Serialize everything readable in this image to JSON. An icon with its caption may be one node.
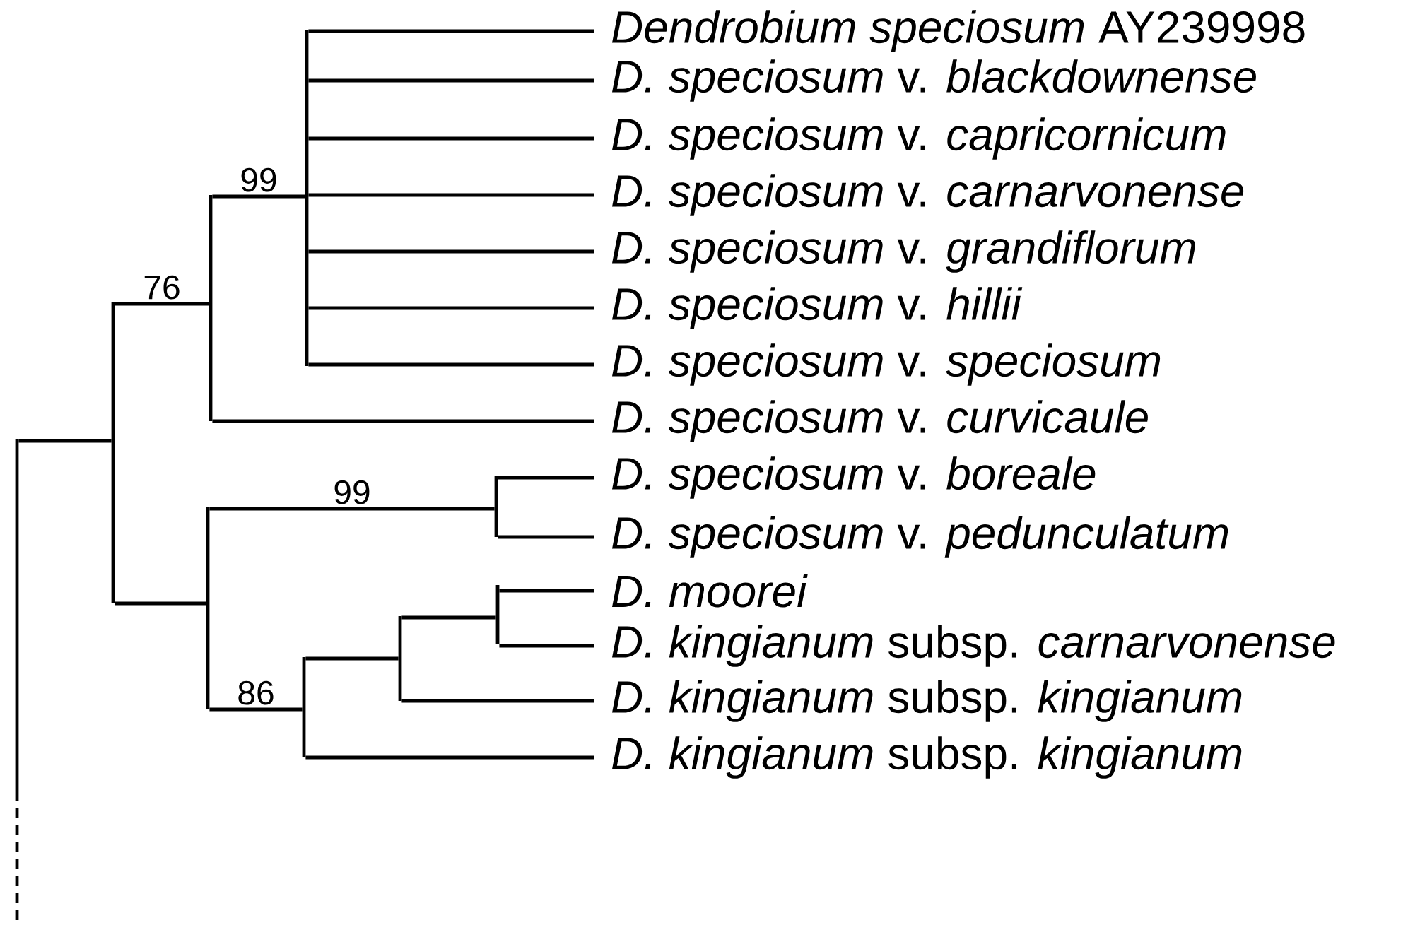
{
  "diagram": {
    "nodes": [
      {
        "text": [
          "*Dendrobium speciosum* AY239998"
        ]
      },
      {
        "text": [
          "*D. speciosum* v. *blackdownense*"
        ]
      },
      {
        "text": [
          "*D. speciosum* v. *capricornicum*"
        ]
      },
      {
        "text": [
          "*D. speciosum* v. *carnarvonense*"
        ]
      },
      {
        "text": [
          "*D. speciosum* v. *grandiflorum*"
        ]
      },
      {
        "text": [
          "*D. speciosum* v. *hillii*"
        ]
      },
      {
        "text": [
          "*D. speciosum* v. *speciosum*"
        ]
      },
      {
        "text": [
          "*D. speciosum* v. *curvicaule*"
        ]
      },
      {
        "text": [
          "*D. speciosum* v. *boreale*"
        ]
      },
      {
        "text": [
          "*D. speciosum* v. *pedunculatum*"
        ]
      },
      {
        "text": [
          "*D. moorei*"
        ]
      },
      {
        "text": [
          "*D. kingianum* subsp. *carnarvonense*"
        ]
      },
      {
        "text": [
          "*D. kingianum* subsp. *kingianum*"
        ]
      },
      {
        "text": [
          "*D. kingianum* subsp. *kingianum*"
        ]
      },
      {
        "text": [],
        "shape": "bar"
      },
      {
        "text": [],
        "shape": "bar"
      },
      {
        "text": [],
        "shape": "bar"
      },
      {
        "text": [],
        "shape": "bar"
      },
      {
        "text": [],
        "shape": "bar"
      },
      {
        "text": [],
        "shape": "bar"
      },
      {
        "text": [],
        "shape": "bar"
      },
      {
        "text": [],
        "shape": "bar"
      },
      {
        "text": [],
        "shape": "bar"
      }
    ],
    "edges": [
      {
        "from": 14,
        "to": 15,
        "arrow": "none"
      },
      {
        "from": 15,
        "to": 16,
        "arrow": "none",
        "label": "76"
      },
      {
        "from": 16,
        "to": 17,
        "arrow": "none",
        "label": "99"
      },
      {
        "from": 17,
        "to": 0,
        "arrow": "none"
      },
      {
        "from": 17,
        "to": 1,
        "arrow": "none"
      },
      {
        "from": 17,
        "to": 2,
        "arrow": "none"
      },
      {
        "from": 17,
        "to": 3,
        "arrow": "none"
      },
      {
        "from": 17,
        "to": 4,
        "arrow": "none"
      },
      {
        "from": 17,
        "to": 5,
        "arrow": "none"
      },
      {
        "from": 17,
        "to": 6,
        "arrow": "none"
      },
      {
        "from": 16,
        "to": 7,
        "arrow": "none"
      },
      {
        "from": 15,
        "to": 18,
        "arrow": "none"
      },
      {
        "from": 18,
        "to": 19,
        "arrow": "none",
        "label": "99"
      },
      {
        "from": 19,
        "to": 8,
        "arrow": "none"
      },
      {
        "from": 19,
        "to": 9,
        "arrow": "none"
      },
      {
        "from": 18,
        "to": 20,
        "arrow": "none",
        "label": "86"
      },
      {
        "from": 20,
        "to": 21,
        "arrow": "none"
      },
      {
        "from": 21,
        "to": 22,
        "arrow": "none"
      },
      {
        "from": 22,
        "to": 10,
        "arrow": "none"
      },
      {
        "from": 22,
        "to": 11,
        "arrow": "none"
      },
      {
        "from": 21,
        "to": 12,
        "arrow": "none"
      },
      {
        "from": 20,
        "to": 13,
        "arrow": "none"
      },
      {
        "from": 14,
        "to": null,
        "arrow": "none",
        "style": "dashed"
      }
    ]
  }
}
